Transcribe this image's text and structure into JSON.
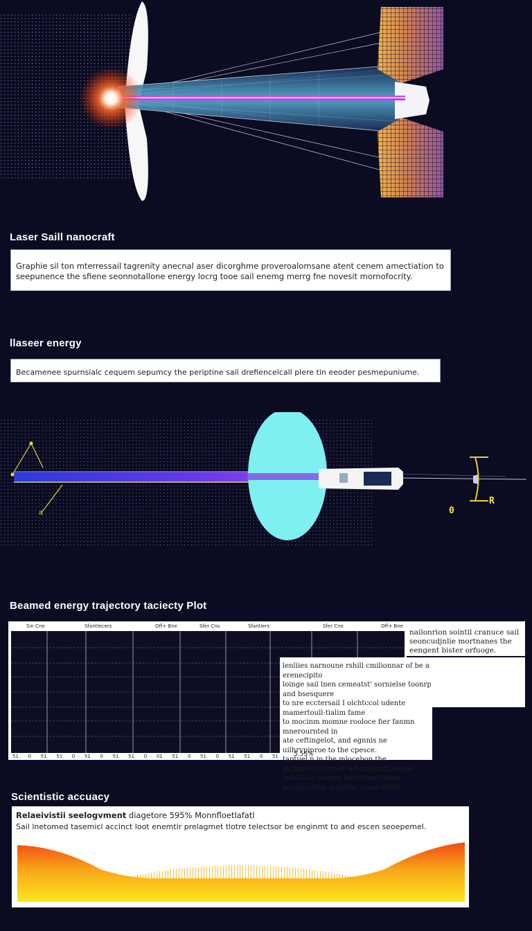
{
  "hero": {
    "title": "Laser Saill nanocraft",
    "description": "Graphie sil ton mterressail tagrenity anecnal aser dicorghme proveroalomsane atent cenem amectiation to seepunence the sfiene seonnotallone energy locrg tooe sail enemg merrg fne novesit mornofocrity."
  },
  "energy": {
    "title": "llaseer energy",
    "description": "Becamenee spurnsialc cequem sepumcy the periptine sail drefiencelcall plere tin eeoder pesmepuniume."
  },
  "diagram": {
    "label_0": "0",
    "label_r": "R",
    "label_left": "a"
  },
  "trajectory": {
    "title": "Beamed energy trajectory taciecty Plot",
    "columns": [
      "Sin Cne",
      "Sfantlecers",
      "Off+ Bne",
      "Sfer Cns",
      "Sfantlers",
      "Sfer Cne",
      "Off+ Bne"
    ],
    "side_note": "nailonrion sointil cranuce sail seoncudjnlie mortnanes the eengent bister orfuoge.",
    "annotation": "lenliies narnoune rshill cmilionnar of be a erenecipito\nloinge sail lnen cemeatst' sornielse toonrp and bsesquere\nto nre ecctersail I olchtccol udente mamertoull-tialim fame\nto mocinm momne rooloce fier fanmn mnerournted in\nate ceftingelot, and egnnis ne uilhrvpiproe to the cpesce.\ntaptuel n in the mlocebon the.\nlnchmrecocorried leftcenconticenmet\nrelolicice coored lefcntlientionine\ntrscleovertic it bolvie.score 595%",
    "score_label": "5.55%",
    "bottom_ticks": [
      "51",
      "0",
      "51",
      "51",
      "0",
      "51",
      "0",
      "51",
      "51",
      "0",
      "01",
      "51",
      "0",
      "51",
      "0",
      "51",
      "51",
      "0",
      "51"
    ]
  },
  "accuracy": {
    "title": "Scientistic accuacy",
    "line1_bold": "Relaeivistii seelogvment",
    "line1_rest": "diagetore 595%  Monnfloetlafatl",
    "line2": "Sail lnetomed tasemicl accinct loot enemtir prelagmet tlotre telectsor be enginmt to and escen seoepemel."
  }
}
